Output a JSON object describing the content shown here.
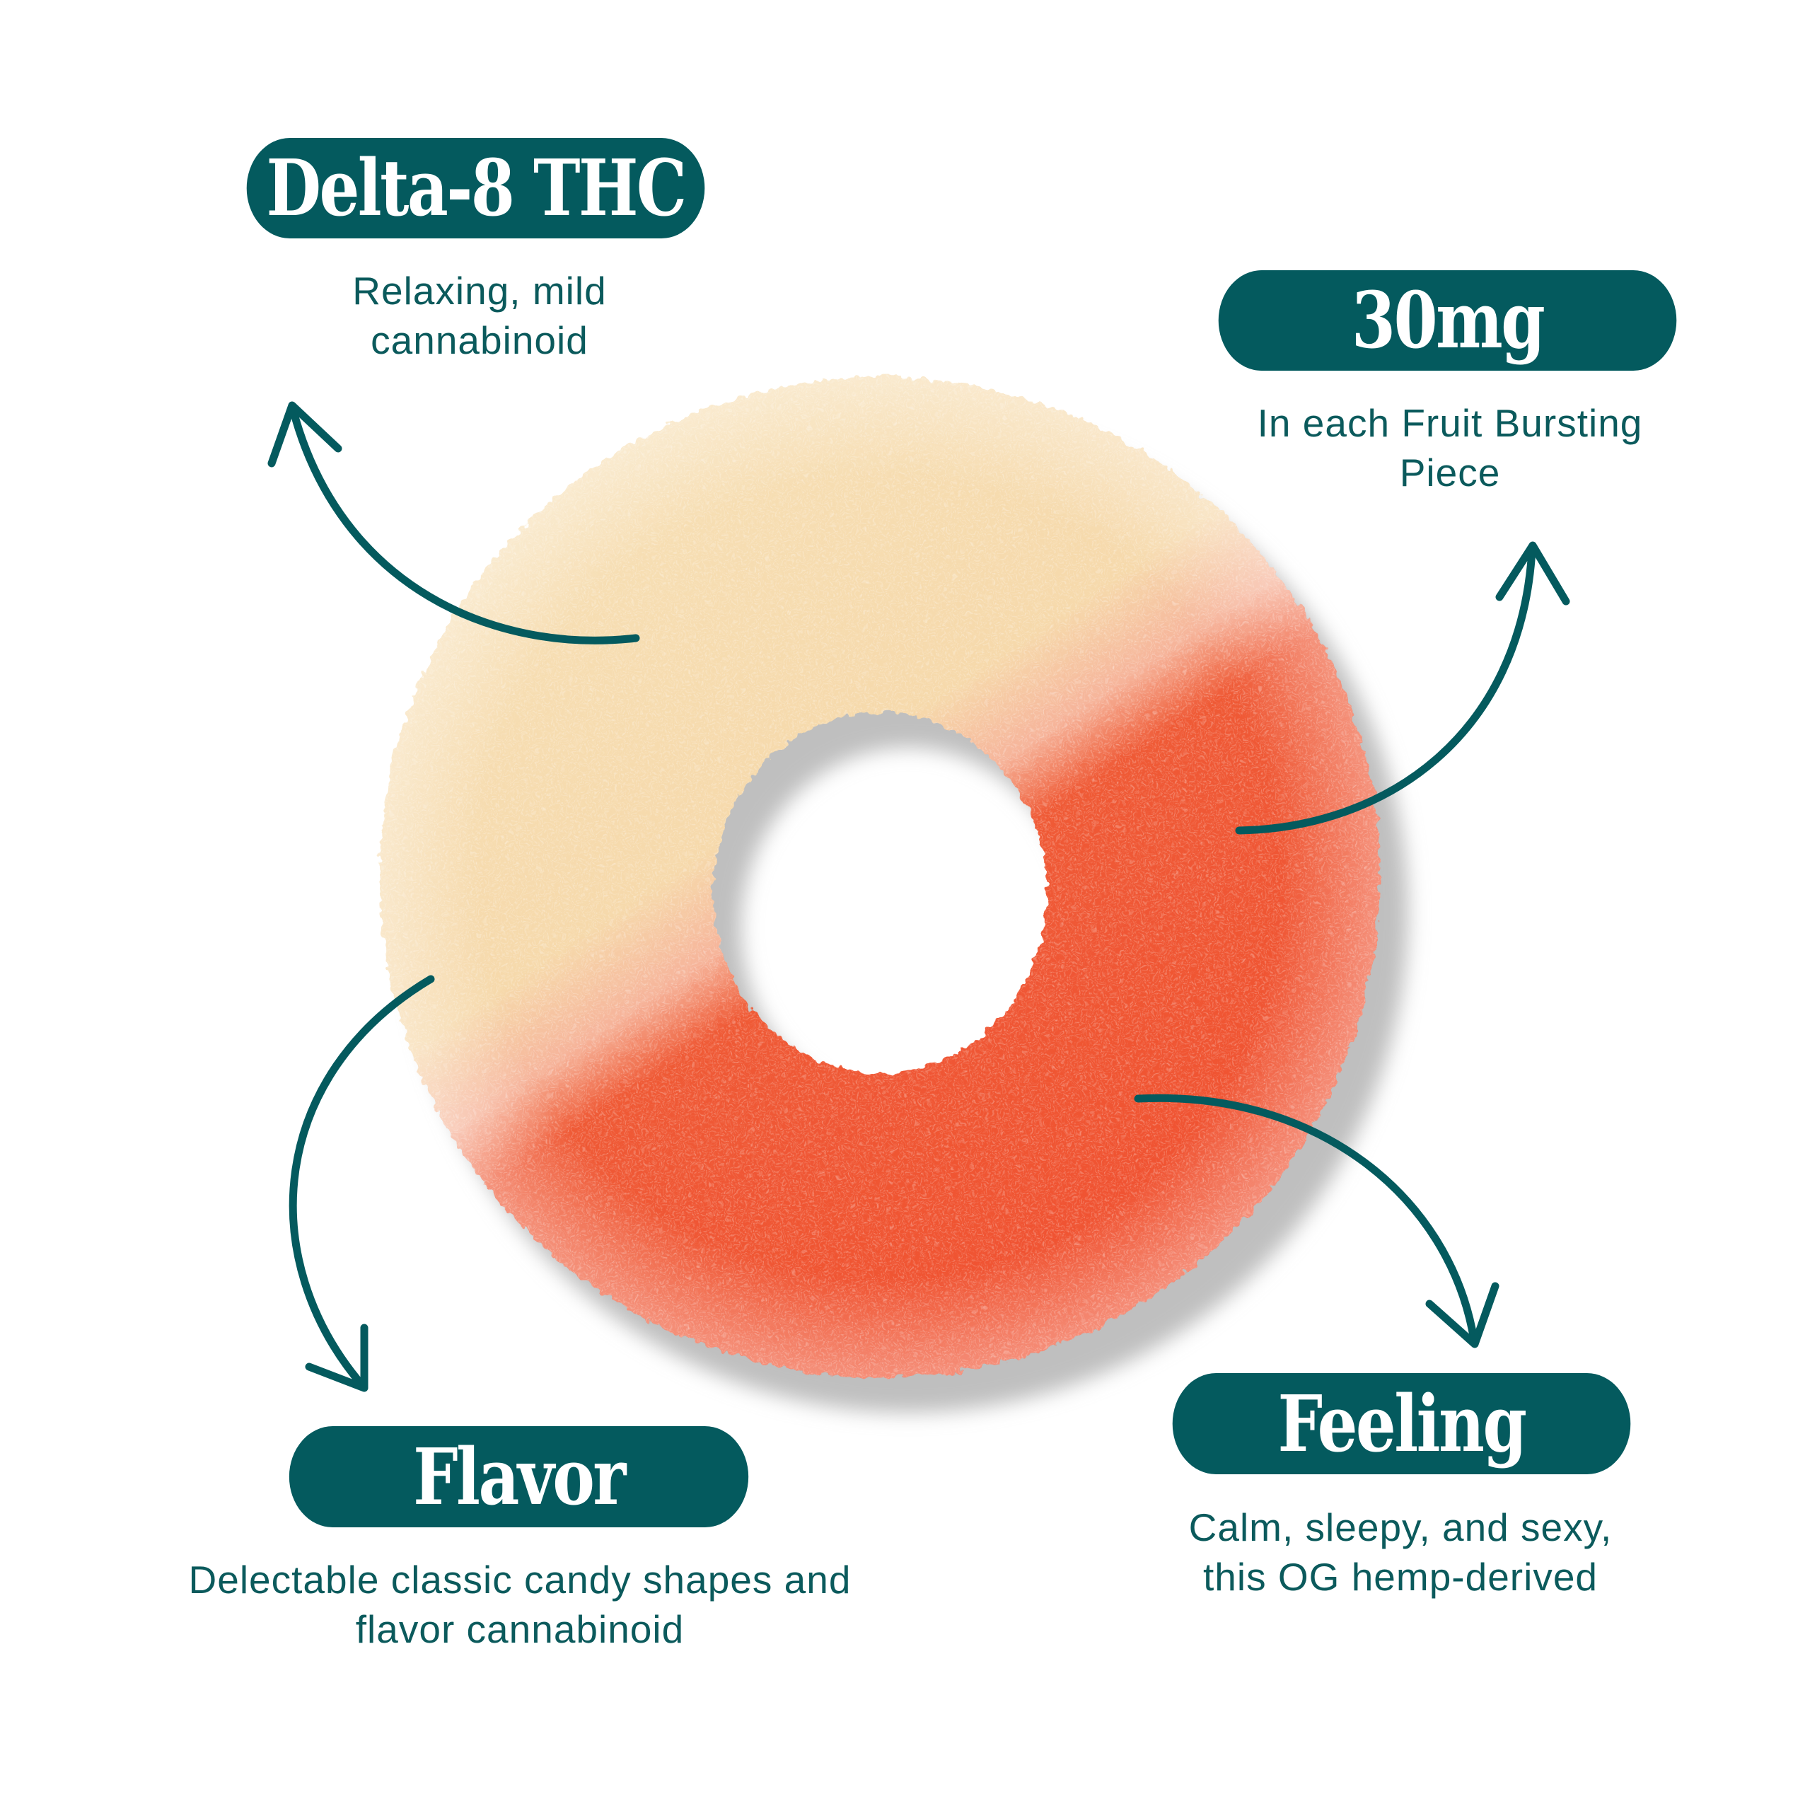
{
  "colors": {
    "pill_bg": "#045a5e",
    "pill_text": "#ffffff",
    "body_text": "#0b5a5c",
    "arrow": "#045a5e",
    "gummy_top": "#f6dcb0",
    "gummy_bottom": "#f0502f",
    "shadow": "#c0c0c0",
    "background": "#ffffff"
  },
  "callouts": [
    {
      "id": "delta8",
      "title": "Delta-8 THC",
      "lines": [
        "Relaxing, mild",
        "cannabinoid"
      ]
    },
    {
      "id": "dose",
      "title": "30mg",
      "lines": [
        "In each Fruit Bursting",
        "Piece"
      ]
    },
    {
      "id": "flavor",
      "title": "Flavor",
      "lines": [
        "Delectable classic candy shapes and",
        "flavor cannabinoid"
      ]
    },
    {
      "id": "feeling",
      "title": "Feeling",
      "lines": [
        "Calm, sleepy, and sexy,",
        "this OG hemp-derived"
      ]
    }
  ],
  "product_image": {
    "subject": "peach ring gummy",
    "icon": "gummy-ring-image"
  },
  "arrows": [
    {
      "from": "gummy",
      "to": "delta8",
      "icon": "curved-arrow-up-left-icon"
    },
    {
      "from": "gummy",
      "to": "dose",
      "icon": "curved-arrow-up-right-icon"
    },
    {
      "from": "gummy",
      "to": "flavor",
      "icon": "curved-arrow-down-left-icon"
    },
    {
      "from": "gummy",
      "to": "feeling",
      "icon": "curved-arrow-down-right-icon"
    }
  ]
}
